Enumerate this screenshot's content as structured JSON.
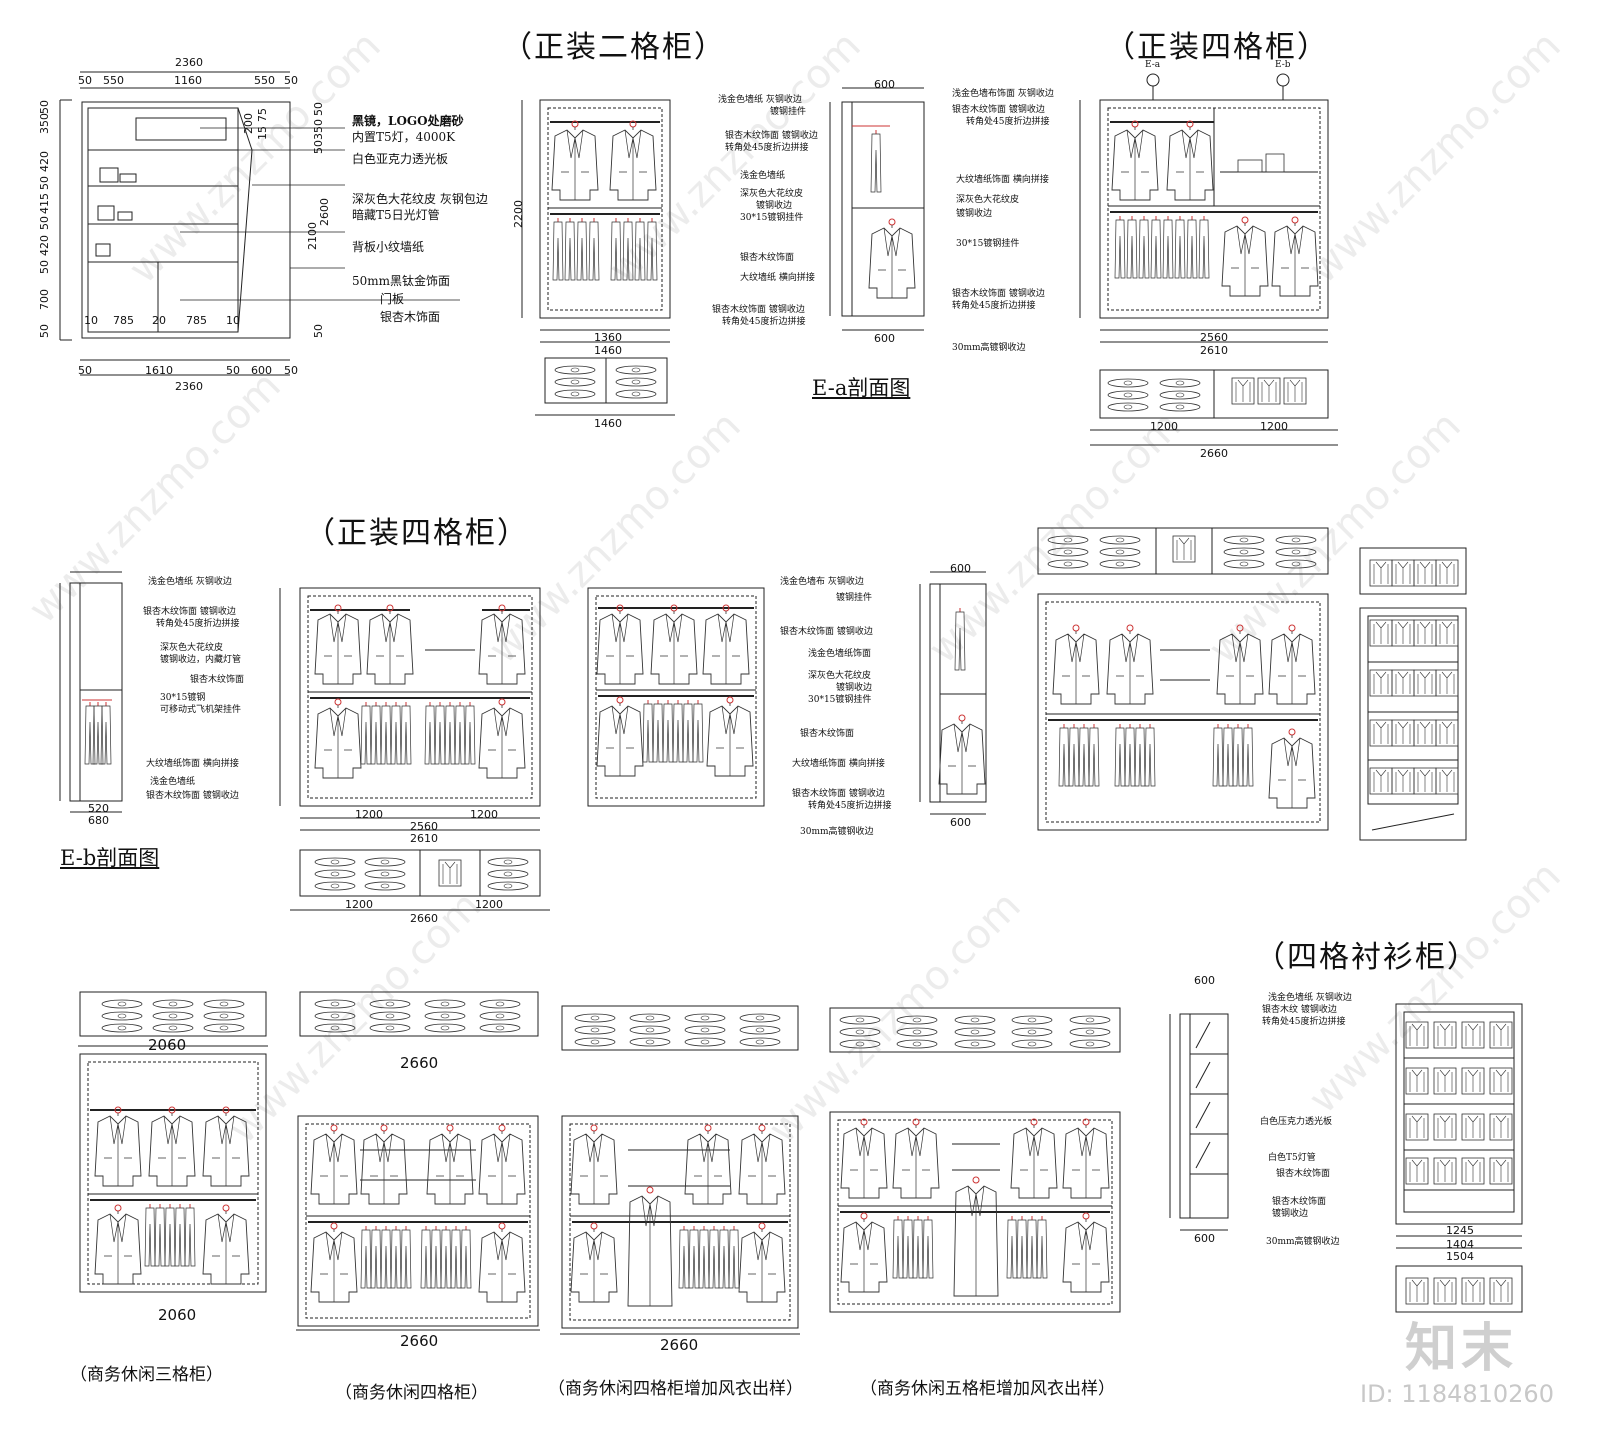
{
  "titles": {
    "formal_two": "（正装二格柜）",
    "formal_four_a": "（正装四格柜）",
    "formal_four_b": "（正装四格柜）",
    "shirt_four": "（四格衬衫柜）",
    "section_ea": "E-a剖面图",
    "section_eb": "E-b剖面图"
  },
  "captions": {
    "biz_three": "（商务休闲三格柜）",
    "biz_four": "（商务休闲四格柜）",
    "biz_four_coat": "（商务休闲四格柜增加风衣出样）",
    "biz_five_coat": "（商务休闲五格柜增加风衣出样）"
  },
  "cabinet1": {
    "top_total": "2360",
    "top_parts": [
      "50",
      "550",
      "1160",
      "550",
      "50"
    ],
    "bottom_parts": [
      "50",
      "1610",
      "50",
      "600",
      "50"
    ],
    "bottom_total": "2360",
    "left_dims": [
      "350",
      "50",
      "420",
      "50",
      "415",
      "50",
      "420",
      "50",
      "700",
      "50"
    ],
    "inner_dims": [
      "200",
      "15",
      "75",
      "50",
      "350",
      "50",
      "2600",
      "2100",
      "50"
    ],
    "door_dims": [
      "10",
      "785",
      "20",
      "785",
      "10"
    ],
    "notes": [
      "黑镜，LOGO处磨砂",
      "内置T5灯，4000K",
      "白色亚克力透光板",
      "深灰色大花纹皮 灰钢包边",
      "暗藏T5日光灯管",
      "背板小纹墙纸",
      "50mm黑钛金饰面",
      "门板",
      "银杏木饰面"
    ]
  },
  "ea_notes": [
    "浅金色墙纸 灰钢收边",
    "镀钢挂件",
    "银杏木纹饰面 镀钢收边",
    "转角处45度折边拼接",
    "浅金色墙纸",
    "深灰色大花纹皮",
    "镀钢收边",
    "30*15镀钢挂件",
    "银杏木纹饰面",
    "大纹墙纸 横向拼接",
    "银杏木纹饰面 镀钢收边",
    "转角处45度折边拼接"
  ],
  "four_a_notes": [
    "浅金色墙布饰面 灰钢收边",
    "银杏木纹饰面 镀钢收边",
    "转角处45度折边拼接",
    "大纹墙纸饰面 横向拼接",
    "深灰色大花纹皮",
    "镀钢收边",
    "30*15镀钢挂件",
    "银杏木纹饰面 镀钢收边",
    "转角处45度折边拼接",
    "30mm高镀钢收边"
  ],
  "four_a_marks": [
    "E-a",
    "E-b"
  ],
  "eb_notes": [
    "浅金色墙纸 灰钢收边",
    "银杏木纹饰面 镀钢收边",
    "转角处45度折边拼接",
    "深灰色大花纹皮",
    "镀钢收边，内藏灯管",
    "银杏木纹饰面",
    "30*15镀钢",
    "可移动式飞机架挂件",
    "大纹墙纸饰面 横向拼接",
    "浅金色墙纸",
    "银杏木纹饰面 镀钢收边"
  ],
  "mid_notes": [
    "浅金色墙布 灰钢收边",
    "镀钢挂件",
    "银杏木纹饰面 镀钢收边",
    "浅金色墙纸饰面",
    "深灰色大花纹皮",
    "镀钢收边",
    "30*15镀钢挂件",
    "银杏木纹饰面",
    "大纹墙纸饰面 横向拼接",
    "银杏木纹饰面 镀钢收边",
    "转角处45度折边拼接",
    "30mm高镀钢收边"
  ],
  "shirt_notes": [
    "浅金色墙纸 灰钢收边",
    "银杏木纹 镀钢收边",
    "转角处45度折边拼接",
    "白色压克力透光板",
    "白色T5灯管",
    "银杏木纹饰面",
    "银杏木纹饰面",
    "镀钢收边",
    "30mm高镀钢收边"
  ],
  "dims": {
    "two_w": "1460",
    "two_inner": "1360",
    "two_h": "2200",
    "four_w": "2660",
    "four_inner": "2560",
    "four_w2": "2610",
    "part_1200": "1200",
    "part_50": "50",
    "ea_d": "600",
    "eb_d": "680",
    "eb_520": "520",
    "biz_2060": "2060",
    "biz_2660": "2660",
    "shirt_1404": "1404",
    "shirt_1504": "1504",
    "shirt_1245": "1245",
    "shirt_600": "600"
  },
  "footer": {
    "logo": "知末",
    "id": "ID: 1184810260"
  },
  "watermark": "www.znzmo.com"
}
